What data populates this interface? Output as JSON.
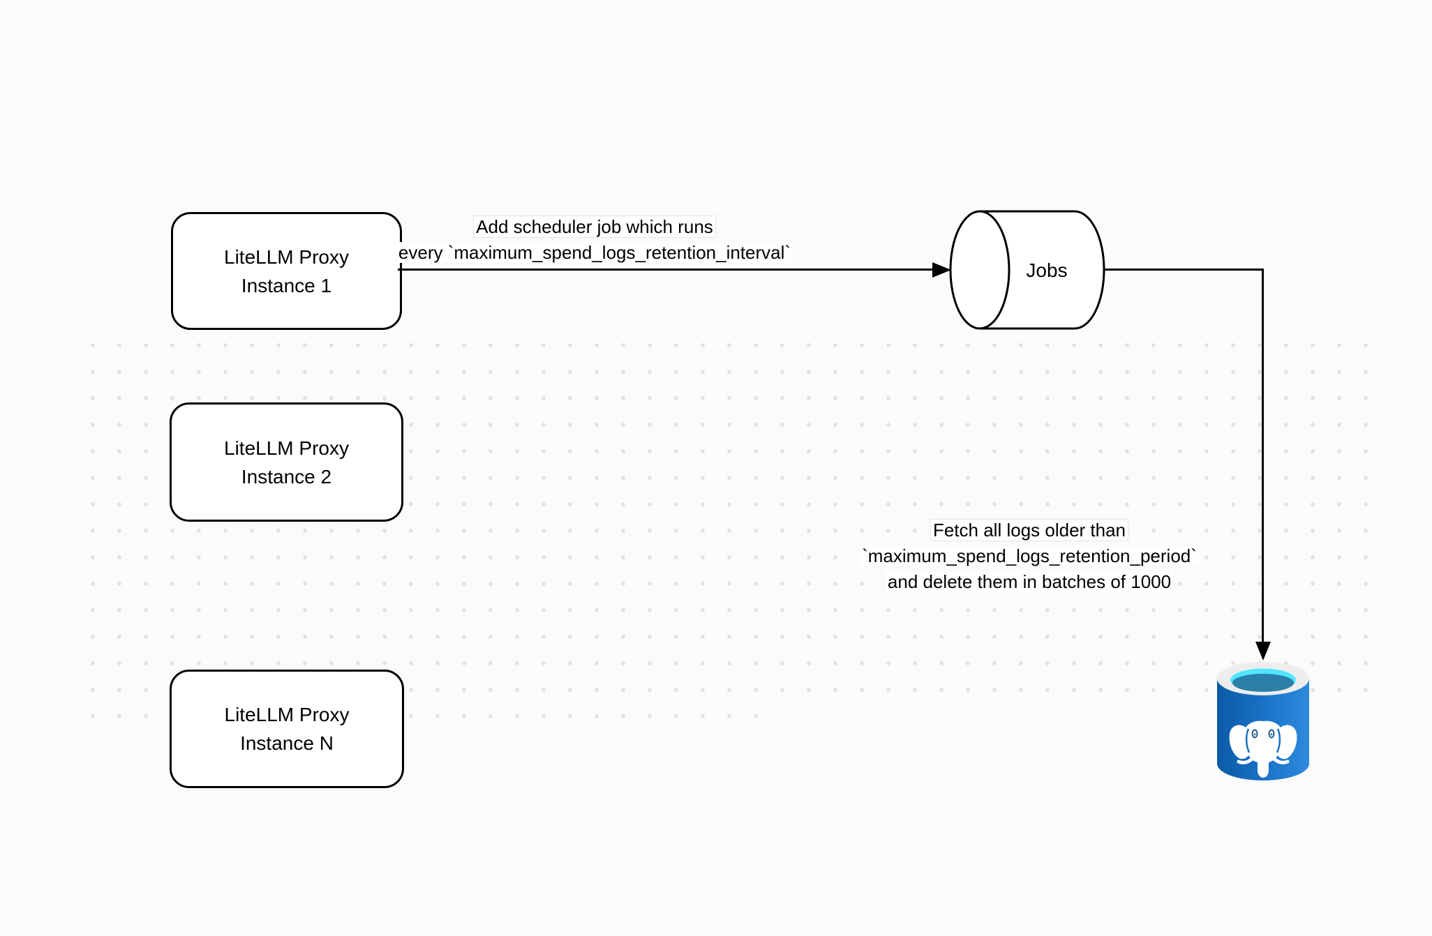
{
  "nodes": {
    "instance1": {
      "line1": "LiteLLM Proxy",
      "line2": "Instance 1"
    },
    "instance2": {
      "line1": "LiteLLM Proxy",
      "line2": "Instance 2"
    },
    "instanceN": {
      "line1": "LiteLLM Proxy",
      "line2": "Instance N"
    },
    "jobs": {
      "label": "Jobs"
    }
  },
  "edges": {
    "scheduler": {
      "line1": "Add scheduler job which runs",
      "line2": "every `maximum_spend_logs_retention_interval`"
    },
    "fetch": {
      "line1": "Fetch all logs older than",
      "line2": "`maximum_spend_logs_retention_period`",
      "line3": "and delete them in batches of 1000"
    }
  },
  "icons": {
    "postgres": "postgresql-database-icon",
    "jobs_queue": "queue-cylinder-icon"
  },
  "colors": {
    "background": "#fbfbfb",
    "dot": "#e1e1e1",
    "stroke": "#000000",
    "node_fill": "#ffffff",
    "postgres_body_left": "#0b5aa6",
    "postgres_body_mid": "#1a74c8",
    "postgres_body_right": "#2f8ade",
    "postgres_rim": "#ededed",
    "postgres_inner": "#50e6ff",
    "postgres_inner_shadow": "#2b7fa8",
    "postgres_elephant": "#ffffff"
  }
}
